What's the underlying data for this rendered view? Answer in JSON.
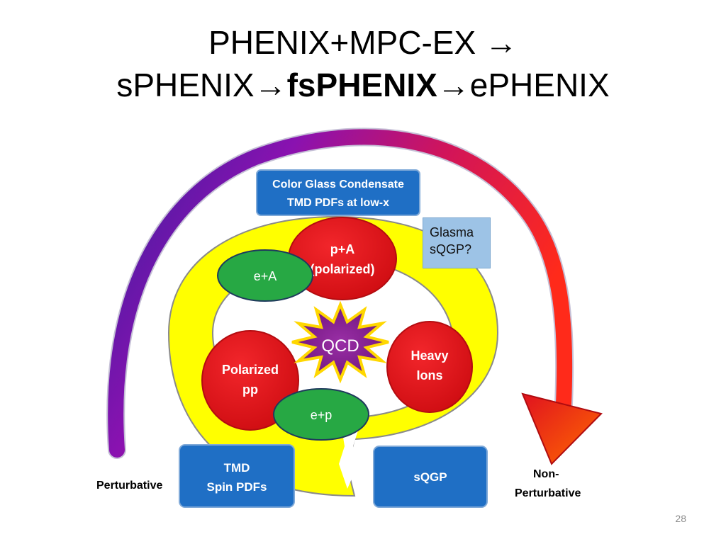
{
  "title": {
    "line1": "PHENIX+MPC-EX →",
    "line2_pre": "sPHENIX→",
    "line2_bold": "fsPHENIX",
    "line2_post": "→ePHENIX"
  },
  "boxes": {
    "cgc_line1": "Color Glass Condensate",
    "cgc_line2": "TMD PDFs at low-x",
    "tmd_line1": "TMD",
    "tmd_line2": "Spin PDFs",
    "sqgp": "sQGP"
  },
  "side_note": {
    "line1": "Glasma",
    "line2": "sQGP?"
  },
  "circles": {
    "pa_line1": "p+A",
    "pa_line2": "(polarized)",
    "polarized_line1": "Polarized",
    "polarized_line2": "pp",
    "heavy_line1": "Heavy",
    "heavy_line2": "Ions"
  },
  "ellipses": {
    "ea": "e+A",
    "ep": "e+p"
  },
  "center": "QCD",
  "labels": {
    "perturbative": "Perturbative",
    "nonpert_line1": "Non-",
    "nonpert_line2": "Perturbative"
  },
  "slide_number": "28",
  "colors": {
    "blue_box": "#1f6fc5",
    "red_circle": "#e3151b",
    "green_ellipse": "#27a844",
    "yellow_ring": "#ffff00",
    "star": "#7a1f86",
    "arrow_start": "#4a0f9c",
    "arrow_end": "#ff1a1a"
  }
}
